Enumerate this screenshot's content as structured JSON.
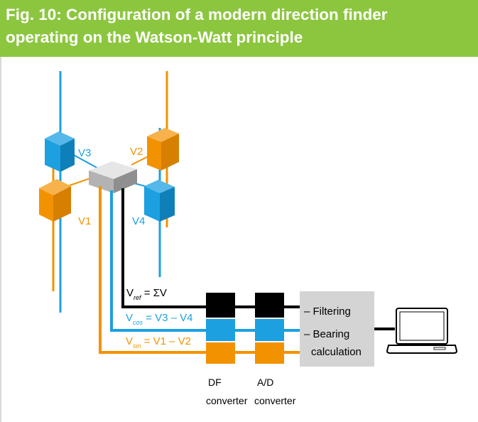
{
  "figure": {
    "title_line1": "Fig. 10: Configuration of a modern direction finder",
    "title_line2": "operating on the Watson-Watt principle"
  },
  "antennas": {
    "v1": "V1",
    "v2": "V2",
    "v3": "V3",
    "v4": "V4"
  },
  "signals": {
    "ref": {
      "main": "V",
      "sub": "ref",
      "expr": " = ΣV"
    },
    "cos": {
      "main": "V",
      "sub": "cos",
      "expr": " = V3 – V4"
    },
    "sin": {
      "main": "V",
      "sub": "sin",
      "expr": " = V1 – V2"
    }
  },
  "processor": {
    "line1": "– Filtering",
    "line2": "– Bearing",
    "line3": "calculation"
  },
  "converters": {
    "df_line1": "DF",
    "df_line2": "converter",
    "ad_line1": "A/D",
    "ad_line2": "converter"
  },
  "colors": {
    "header_bg": "#8cc63f",
    "blue": "#1ca0e0",
    "orange": "#f39200",
    "black": "#000000",
    "gray_box": "#d4d4d4"
  }
}
